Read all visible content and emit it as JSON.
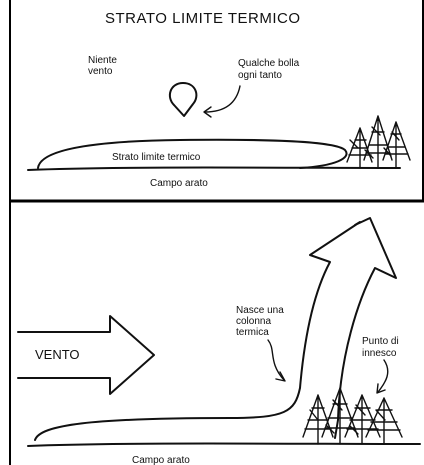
{
  "top_panel": {
    "title": "STRATO  LIMITE  TERMICO",
    "label_no_wind_line1": "Niente",
    "label_no_wind_line2": "vento",
    "label_bubble_line1": "Qualche bolla",
    "label_bubble_line2": "ogni tanto",
    "label_layer": "Strato limite termico",
    "label_field": "Campo arato"
  },
  "bottom_panel": {
    "label_wind": "VENTO",
    "label_column_line1": "Nasce una",
    "label_column_line2": "colonna",
    "label_column_line3": "termica",
    "label_trigger_line1": "Punto di",
    "label_trigger_line2": "innesco",
    "label_field": "Campo arato"
  },
  "colors": {
    "ink": "#111111",
    "background": "#ffffff",
    "divider": "#000000"
  }
}
